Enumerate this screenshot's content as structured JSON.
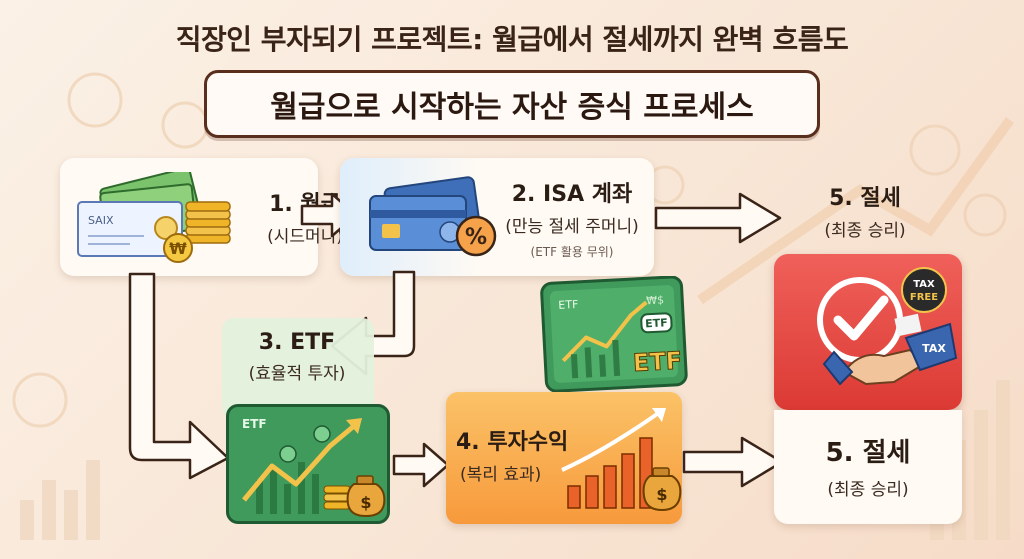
{
  "title": "직장인 부자되기 프로젝트: 월급에서 절세까지 완벽 흐름도",
  "subtitle": "월급으로 시작하는 자산 증식 프로세스",
  "steps": {
    "salary": {
      "title": "1. 월급",
      "sub": "(시드머니)",
      "check_text": "SAIX",
      "coin_symbol": "₩"
    },
    "isa": {
      "title": "2. ISA 계좌",
      "sub": "(만능 절세 주머니)",
      "note": "(ETF 활용 무위)",
      "card_symbol": "%"
    },
    "etf": {
      "title": "3. ETF",
      "sub": "(효율적 투자)",
      "chart_label": "ETF",
      "bag_symbol": "$"
    },
    "profit": {
      "title": "4. 투자수익",
      "sub": "(복리 효과)"
    },
    "tax_top": {
      "title": "5. 절세",
      "sub": "(최종 승리)"
    },
    "tax_bottom": {
      "title": "5. 절세",
      "sub": "(최종 승리)"
    }
  },
  "etf_card": {
    "label": "ETF",
    "tag": "ETF",
    "big_text": "ETF",
    "symbol": "₩$"
  },
  "tax_icon": {
    "badge_line1": "TAX",
    "badge_line2": "FREE",
    "sleeve_text": "TAX"
  },
  "colors": {
    "brown": "#5a2e1c",
    "green": "#3f9a5c",
    "orange": "#f7a84a",
    "red": "#e8473f",
    "blue": "#5a8fd8",
    "gold": "#f0b429"
  }
}
